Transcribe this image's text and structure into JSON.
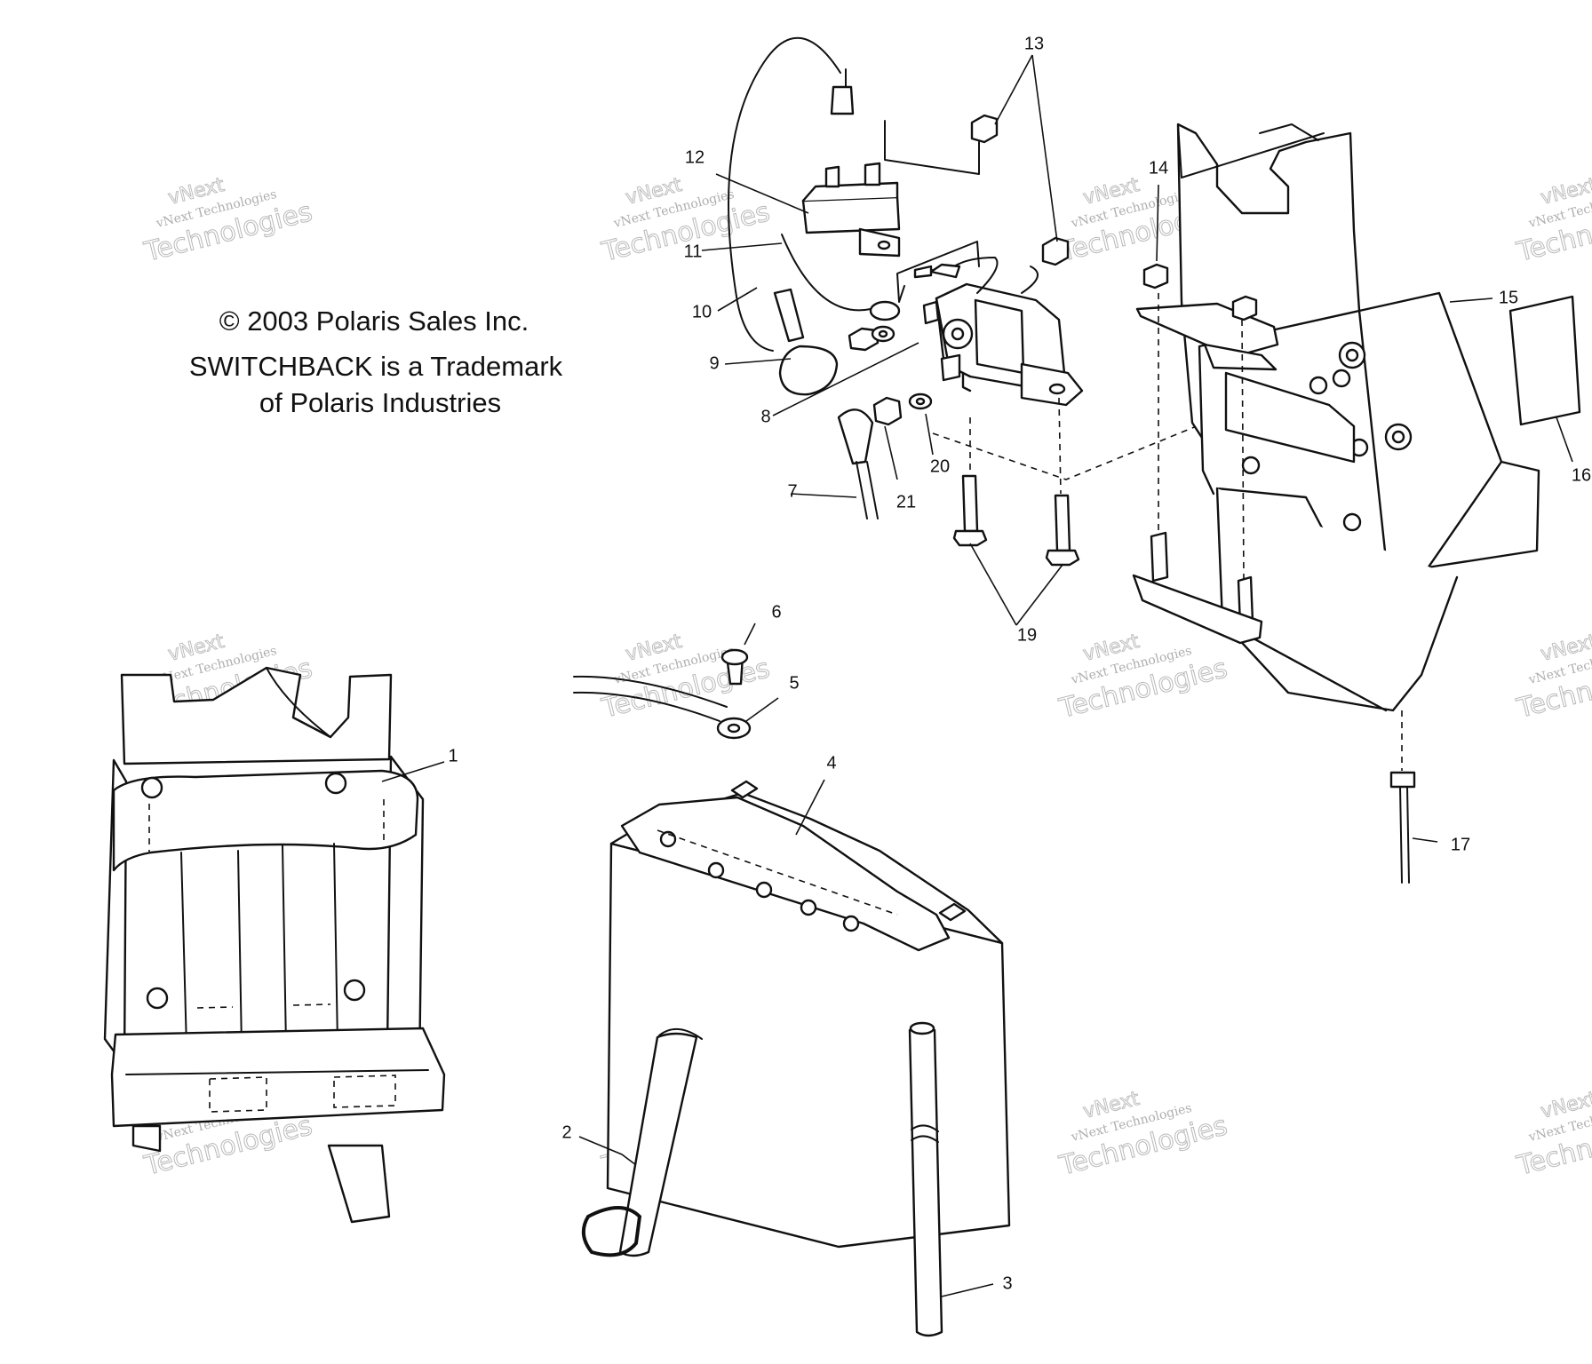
{
  "notice": {
    "copyright": "© 2003 Polaris Sales Inc.",
    "trademark_line1": "SWITCHBACK is a Trademark",
    "trademark_line2": "of Polaris Industries"
  },
  "watermark": {
    "brand": "vNext",
    "company": "vNext Technologies",
    "word": "Technologies"
  },
  "callouts": [
    "1",
    "2",
    "3",
    "4",
    "5",
    "6",
    "7",
    "8",
    "9",
    "10",
    "11",
    "12",
    "13",
    "14",
    "15",
    "16",
    "17",
    "19",
    "20",
    "21"
  ]
}
